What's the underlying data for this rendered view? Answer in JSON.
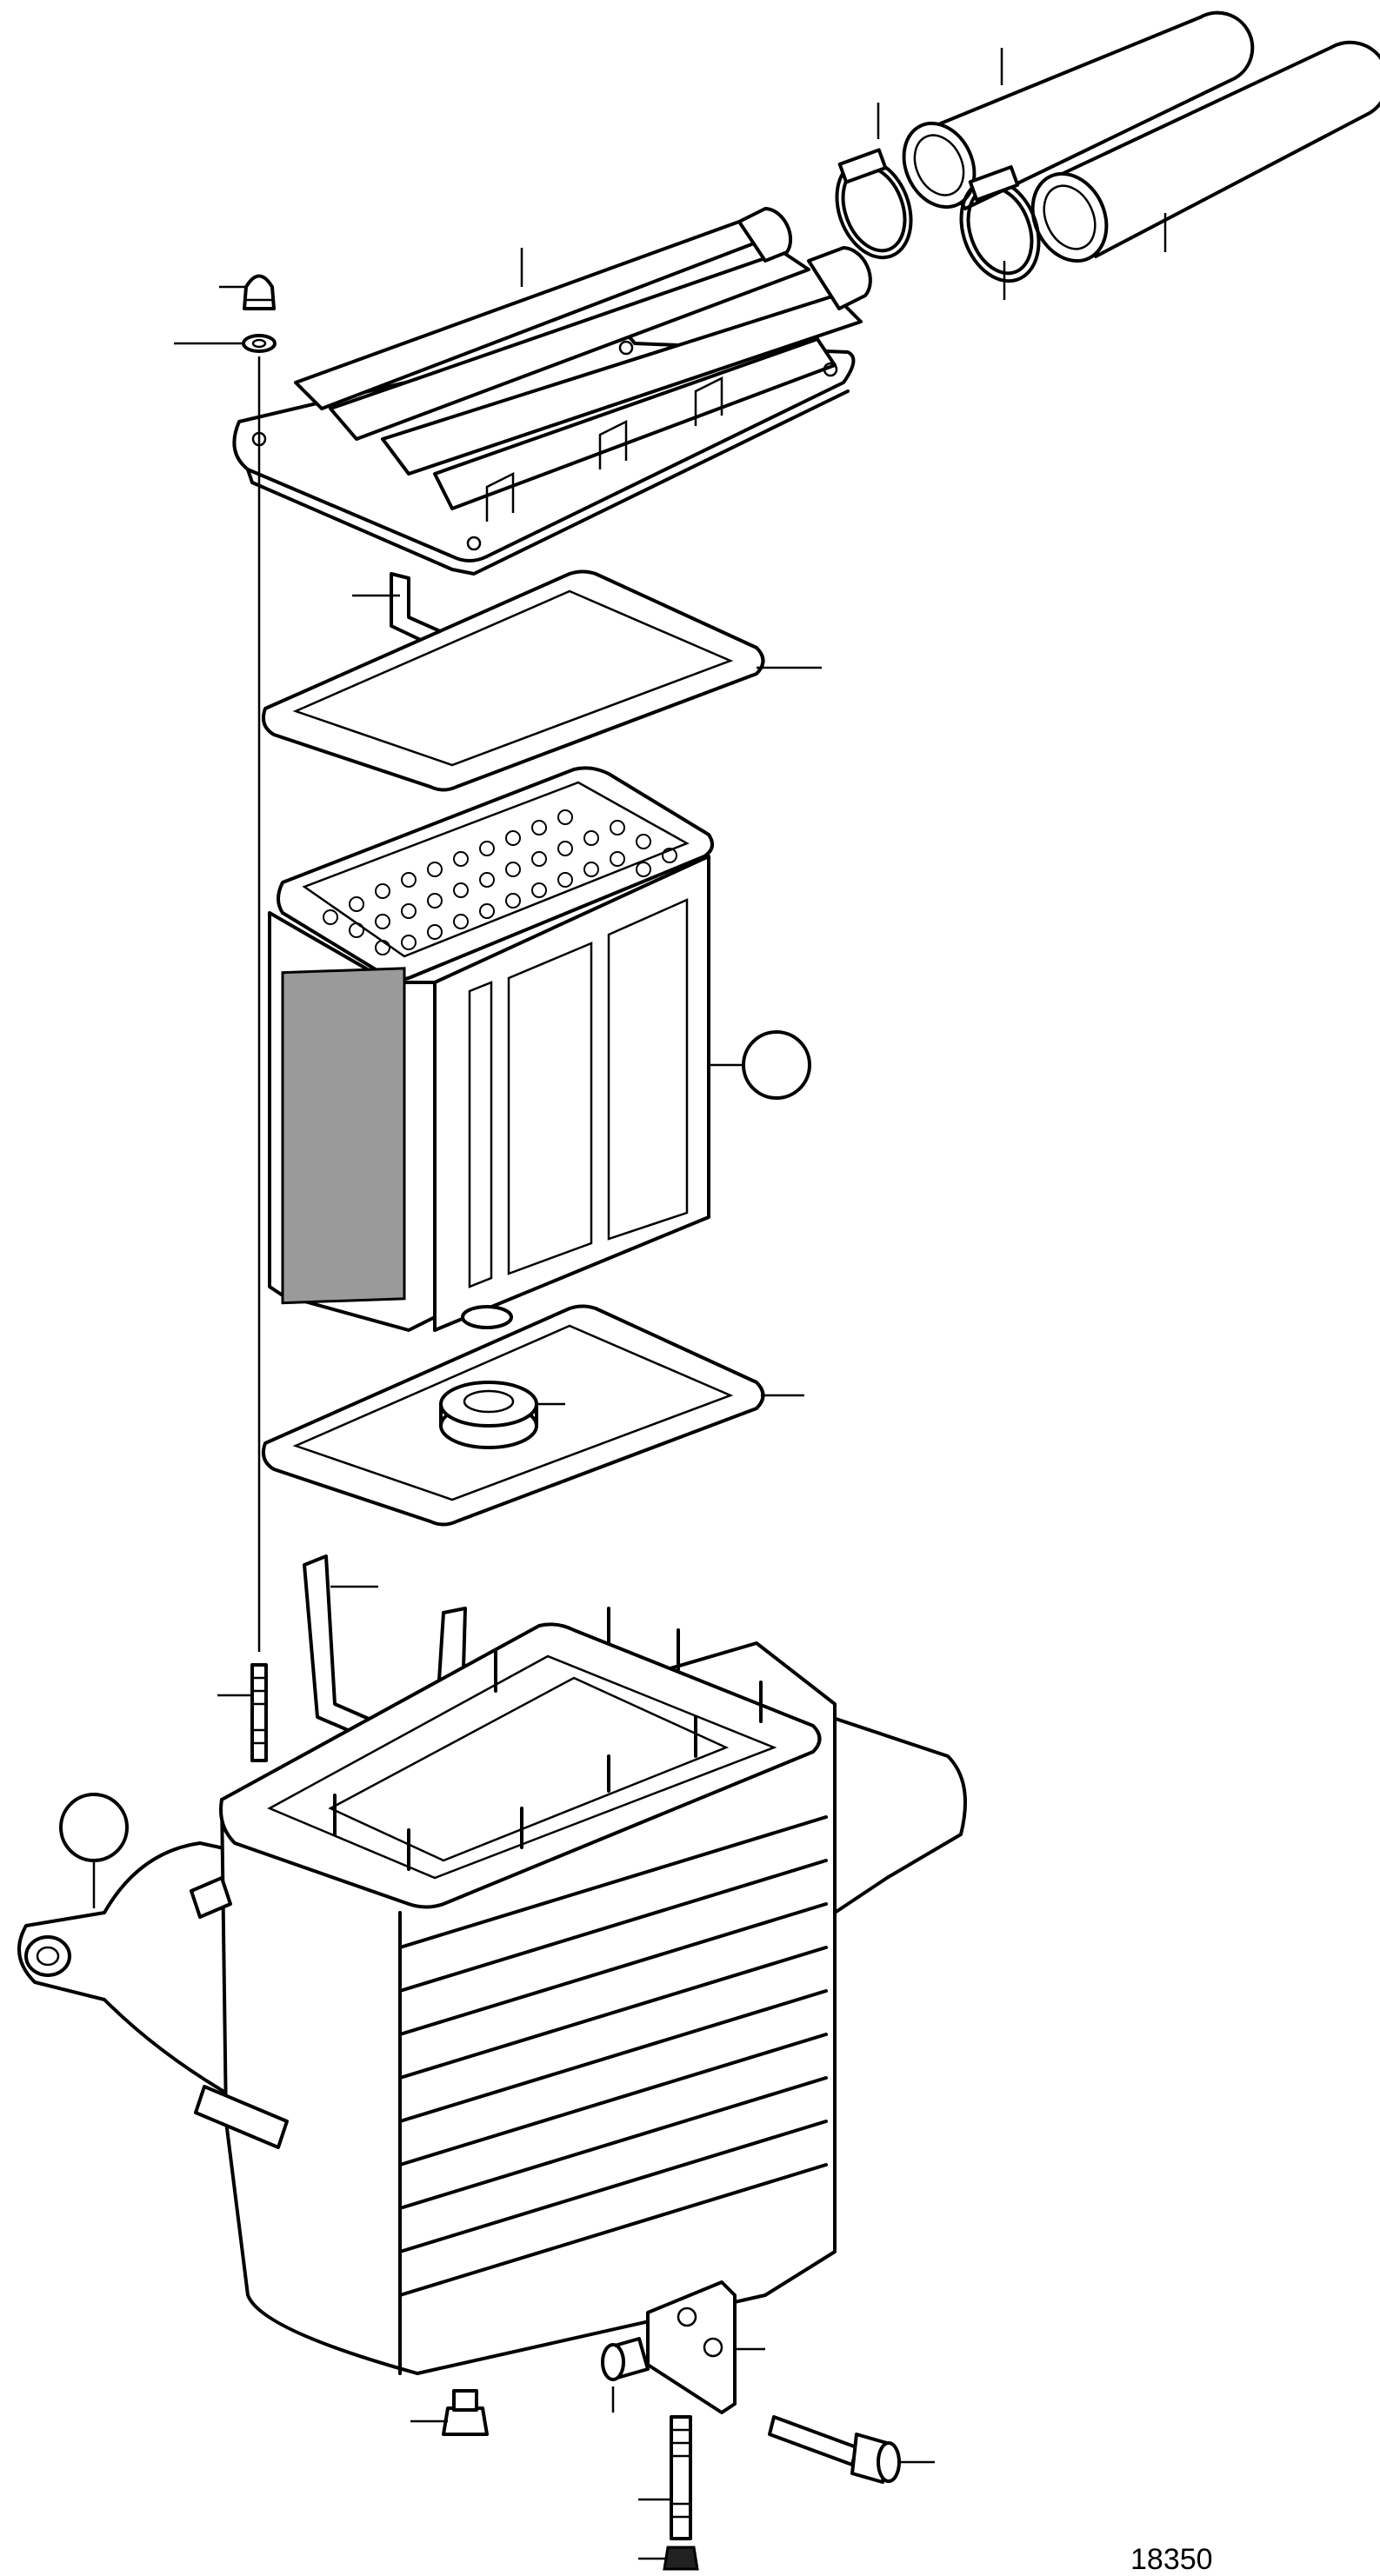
{
  "figure": {
    "number": "18350"
  },
  "colors": {
    "ink": "#000000",
    "paper": "#ffffff"
  },
  "parts": [
    "rubber-hoses",
    "hose-clamps",
    "top-cover",
    "acorn-nut",
    "washer",
    "upper-bracket",
    "upper-gasket",
    "filter-core",
    "lower-gasket",
    "grommet",
    "lower-bracket",
    "stud",
    "housing",
    "drain-plug",
    "mounting-bracket",
    "sleeve",
    "flange-bolt",
    "lower-stud",
    "lower-nut"
  ]
}
